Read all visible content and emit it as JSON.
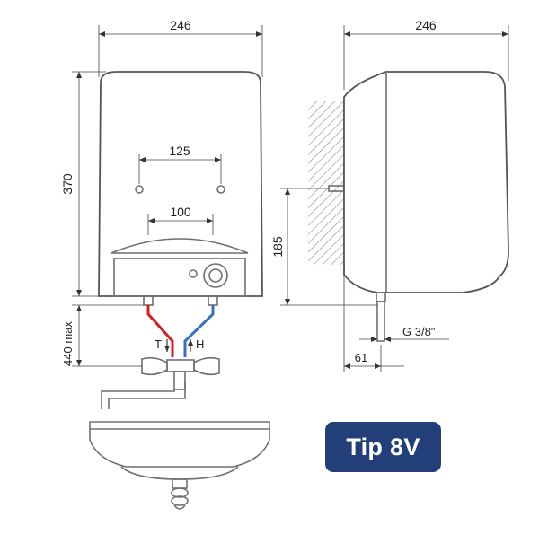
{
  "front_view": {
    "width_label": "246",
    "height_label": "370",
    "mount_spacing_label": "125",
    "pipe_spacing_label": "100",
    "install_height_label": "440 max",
    "cold_label": "T",
    "hot_label": "H"
  },
  "side_view": {
    "width_label": "246",
    "bracket_height_label": "185",
    "thread_label": "G 3/8\"",
    "pipe_offset_label": "61"
  },
  "badge": {
    "text": "Tip 8V"
  },
  "colors": {
    "cold_pipe": "#d42020",
    "hot_pipe": "#3a6fc4",
    "badge_bg": "#223f7a",
    "line": "#6f6f6f"
  }
}
